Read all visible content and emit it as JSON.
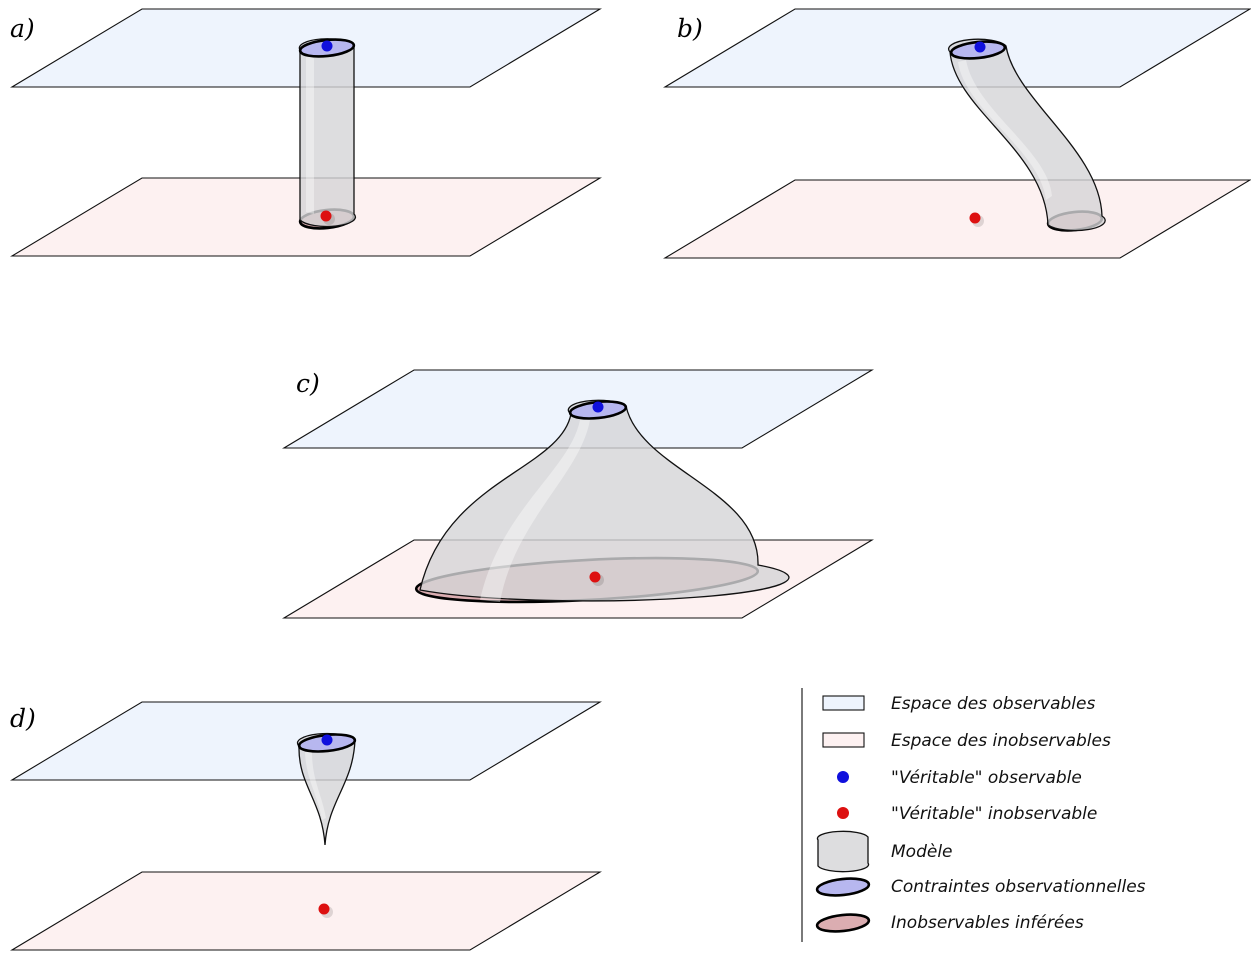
{
  "panels": {
    "a": {
      "label": "a)"
    },
    "b": {
      "label": "b)"
    },
    "c": {
      "label": "c)"
    },
    "d": {
      "label": "d)"
    }
  },
  "legend": {
    "items": [
      {
        "key": "observable-space",
        "label": "Espace des observables",
        "color": "#eef4fd"
      },
      {
        "key": "unobservable-space",
        "label": "Espace des inobservables",
        "color": "#fdf1f1"
      },
      {
        "key": "true-observable",
        "label": "\"Véritable\" observable",
        "color": "#1010dd"
      },
      {
        "key": "true-unobservable",
        "label": "\"Véritable\" inobservable",
        "color": "#dd1010"
      },
      {
        "key": "model",
        "label": "Modèle",
        "color": "#d5d5d7"
      },
      {
        "key": "observational-constraints",
        "label": "Contraintes observationnelles",
        "color": "#b7b7ef"
      },
      {
        "key": "inferred-unobservables",
        "label": "Inobservables inférées",
        "color": "#d9a9ad"
      }
    ]
  }
}
